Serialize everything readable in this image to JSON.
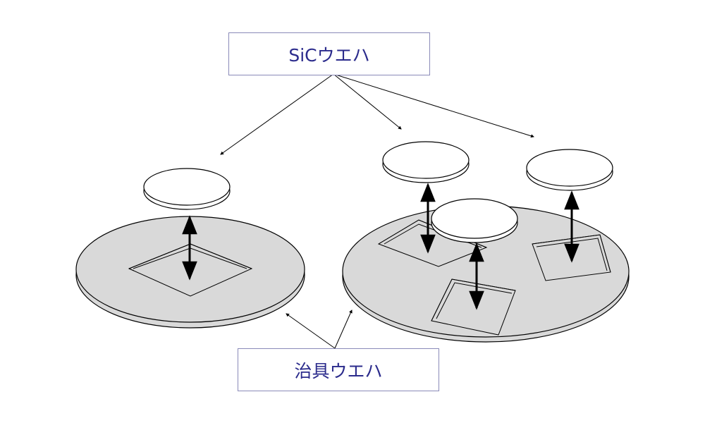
{
  "labels": {
    "sic_wafer": "SiCウエハ",
    "jig_wafer": "治具ウエハ"
  },
  "colors": {
    "label_text": "#2b2b8c",
    "label_border": "#8a8ab8",
    "jig_fill": "#d9d9d9",
    "outline": "#000000",
    "wafer_fill": "#ffffff"
  },
  "icons": [
    "double-headed-arrow",
    "callout-arrow"
  ]
}
